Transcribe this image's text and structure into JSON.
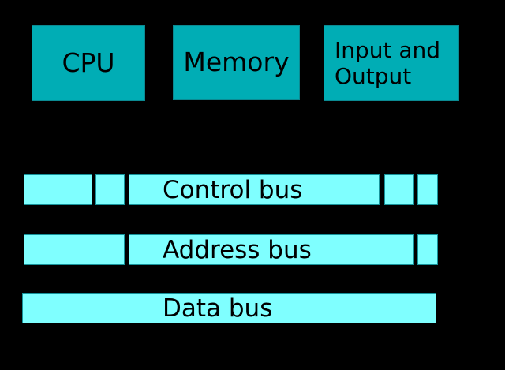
{
  "boxes": {
    "cpu": {
      "label": "CPU"
    },
    "memory": {
      "label": "Memory"
    },
    "io": {
      "line1": "Input and",
      "line2": "Output"
    }
  },
  "buses": {
    "control": {
      "label": "Control bus"
    },
    "address": {
      "label": "Address bus"
    },
    "data": {
      "label": "Data bus"
    }
  },
  "colors": {
    "background": "#000000",
    "box_fill": "#00adb5",
    "box_border": "#0b8a92",
    "bus_fill": "#7fffff",
    "segment_border": "#17939b",
    "label": "#000000"
  }
}
